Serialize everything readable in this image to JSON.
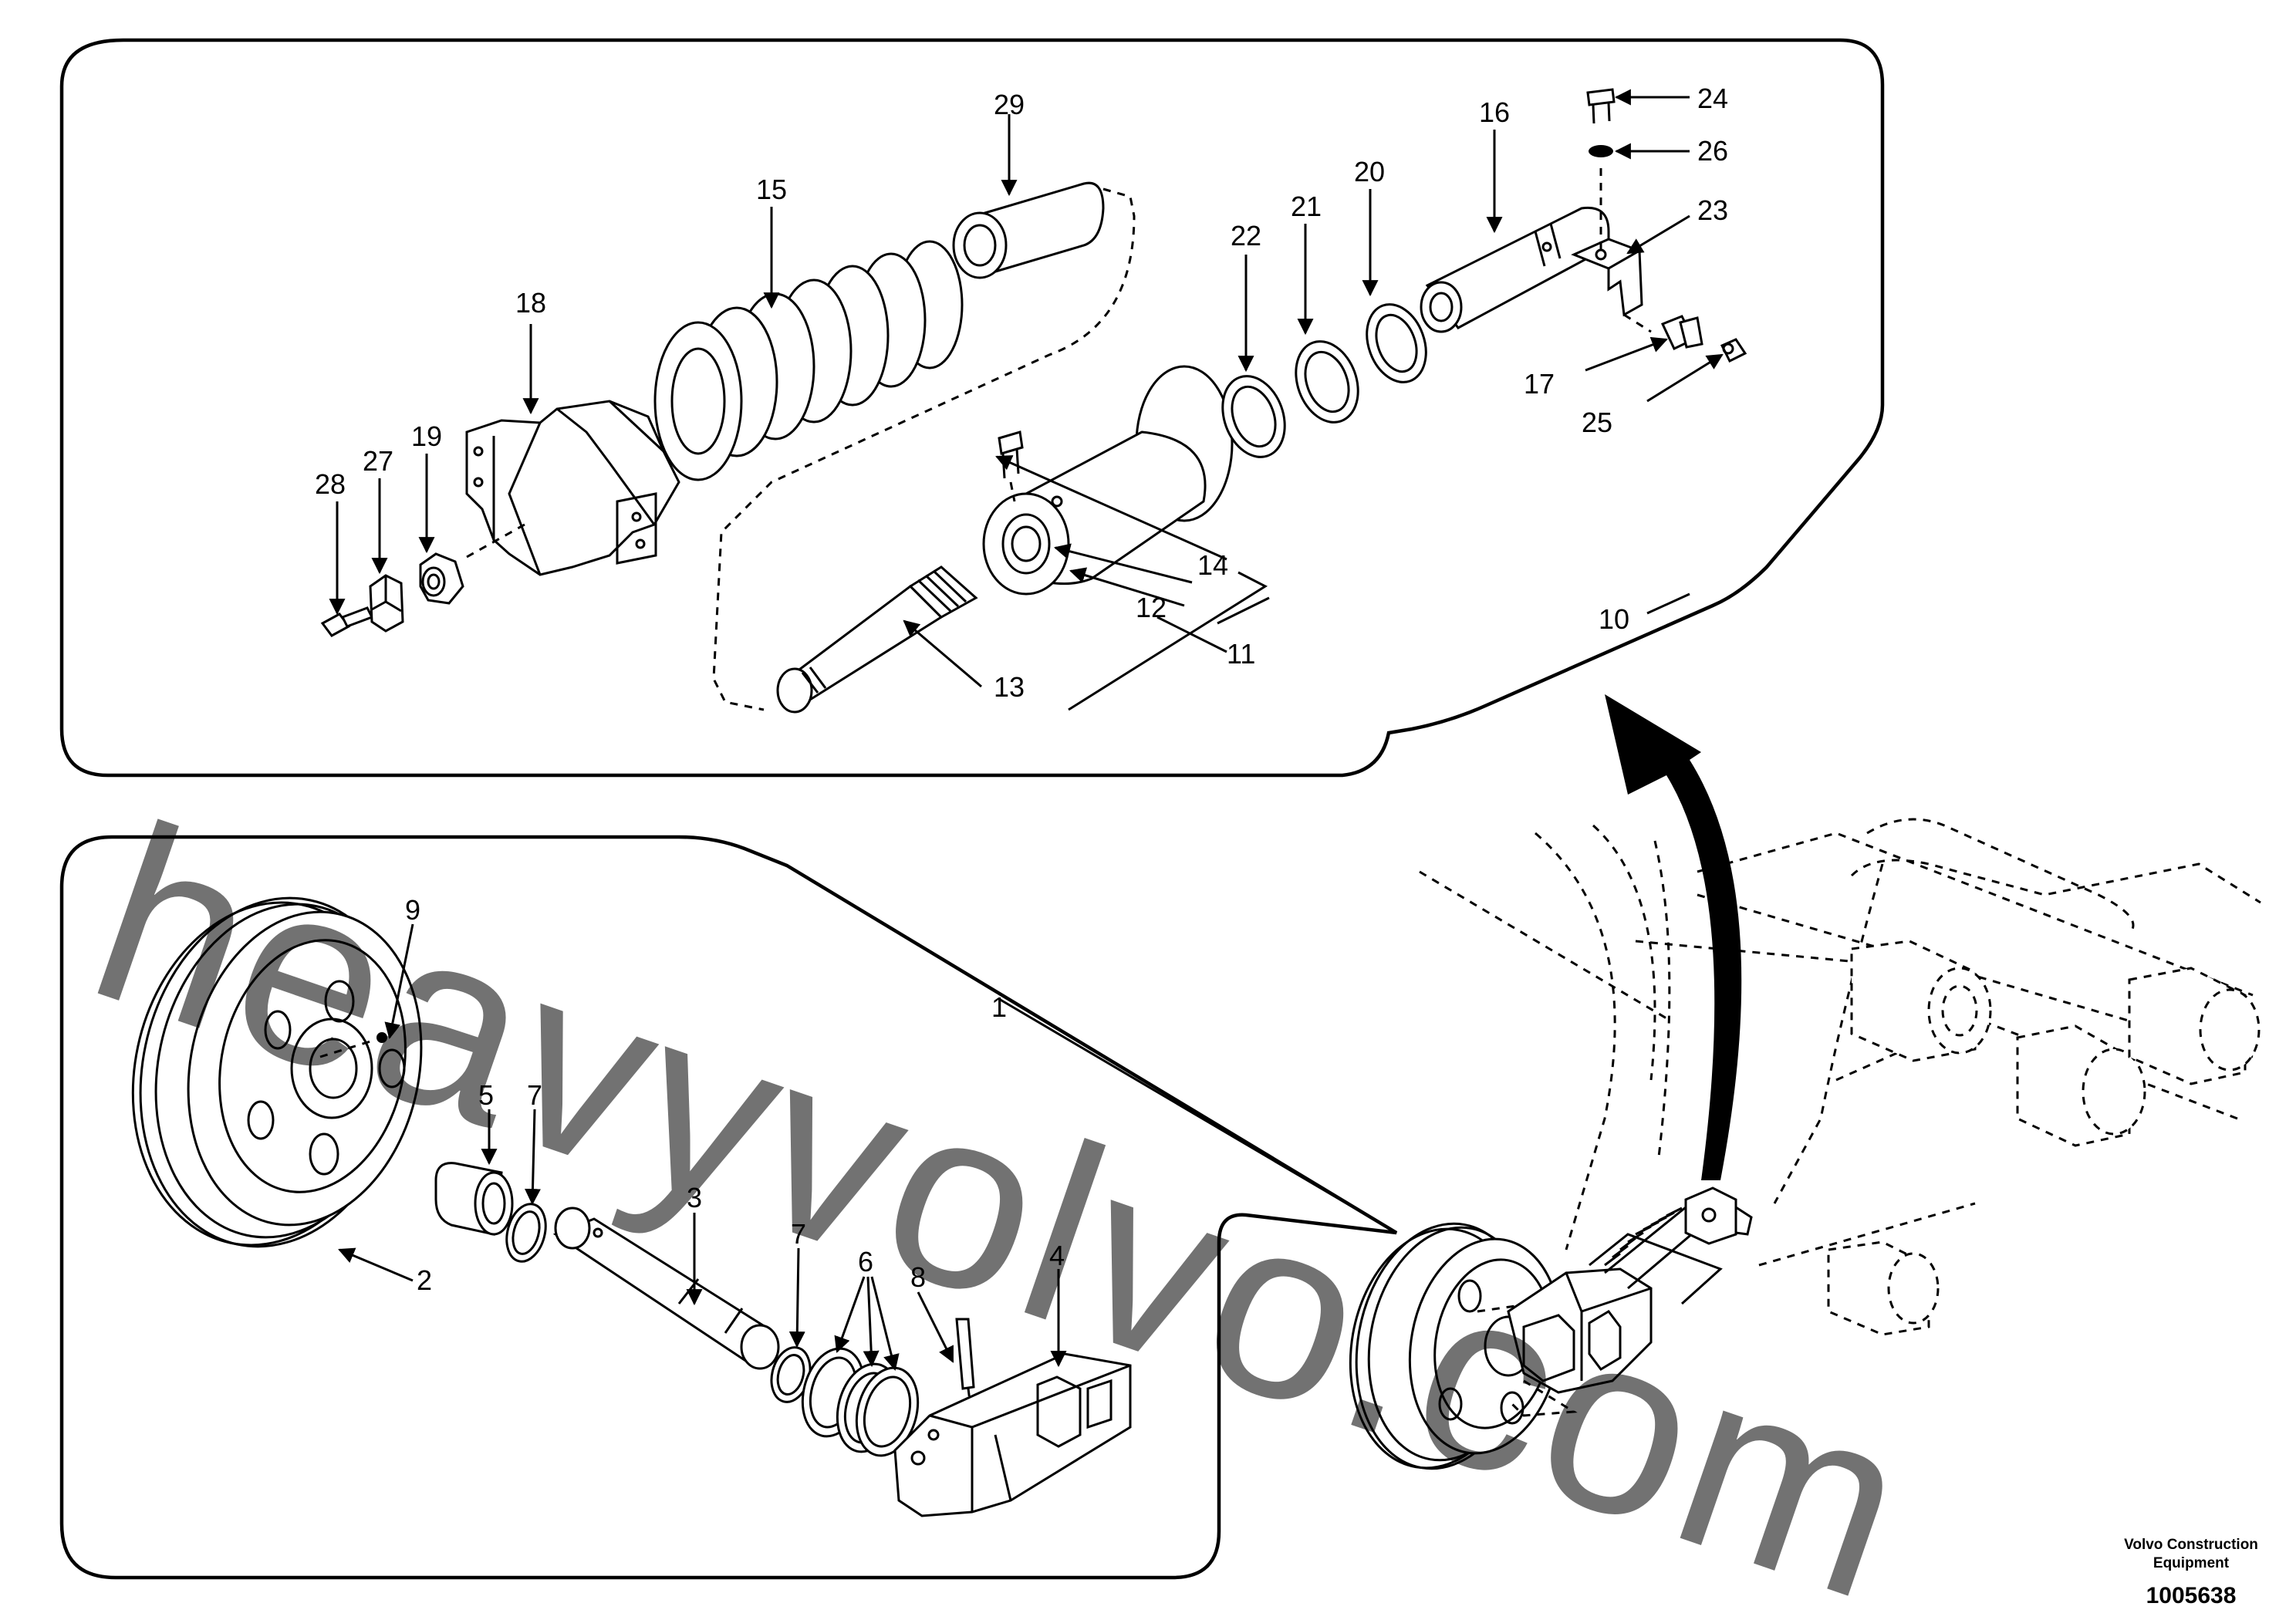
{
  "diagram": {
    "part_numbers": [
      "1",
      "2",
      "3",
      "4",
      "5",
      "6",
      "7",
      "7",
      "8",
      "9",
      "10",
      "11",
      "12",
      "13",
      "14",
      "15",
      "16",
      "17",
      "18",
      "19",
      "20",
      "21",
      "22",
      "23",
      "24",
      "25",
      "26",
      "27",
      "28",
      "29"
    ],
    "watermark": "heavyvolvo.com",
    "footer": {
      "brand_line1": "Volvo Construction",
      "brand_line2": "Equipment",
      "document_number": "1005638"
    },
    "colors": {
      "line": "#000000",
      "watermark": "#e29a9a",
      "background": "#ffffff"
    }
  }
}
